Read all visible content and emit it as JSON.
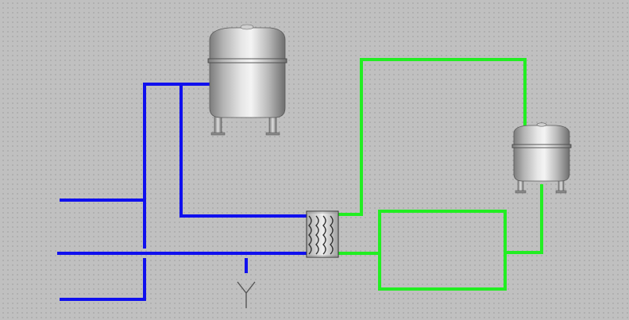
{
  "diagram": {
    "background": "#c0c0c0",
    "colors": {
      "primary_circuit": "#1010ee",
      "secondary_circuit": "#22ee22",
      "vessel_body": "#c4c4c4",
      "heat_exchanger_coil": "#303030"
    },
    "components": [
      {
        "id": "large-tank",
        "icon": "storage-tank-icon"
      },
      {
        "id": "small-tank",
        "icon": "expansion-tank-icon"
      },
      {
        "id": "heat-exchanger",
        "icon": "heat-exchanger-icon"
      },
      {
        "id": "drain",
        "icon": "drain-funnel-icon"
      }
    ]
  }
}
